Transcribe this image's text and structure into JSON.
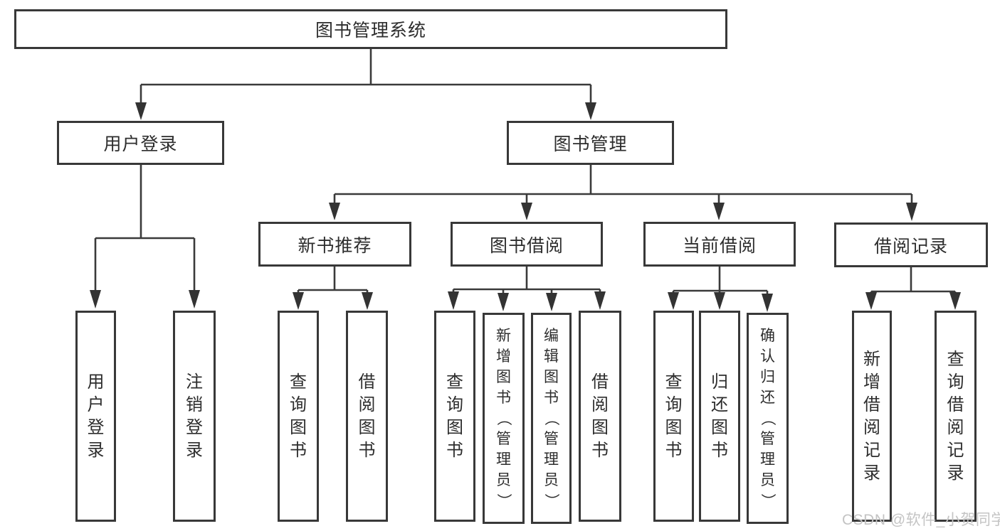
{
  "diagram": {
    "root": {
      "label": "图书管理系统"
    },
    "branches": [
      {
        "label": "用户登录",
        "children": [
          {
            "label": "用户登录"
          },
          {
            "label": "注销登录"
          }
        ]
      },
      {
        "label": "图书管理",
        "children": [
          {
            "label": "新书推荐",
            "children": [
              {
                "label": "查询图书"
              },
              {
                "label": "借阅图书"
              }
            ]
          },
          {
            "label": "图书借阅",
            "children": [
              {
                "label": "查询图书"
              },
              {
                "label": "新增图书（管理员）"
              },
              {
                "label": "编辑图书（管理员）"
              },
              {
                "label": "借阅图书"
              }
            ]
          },
          {
            "label": "当前借阅",
            "children": [
              {
                "label": "查询图书"
              },
              {
                "label": "归还图书"
              },
              {
                "label": "确认归还（管理员）"
              }
            ]
          },
          {
            "label": "借阅记录",
            "children": [
              {
                "label": "新增借阅记录"
              },
              {
                "label": "查询借阅记录"
              }
            ]
          }
        ]
      }
    ]
  },
  "watermark": {
    "text": "CSDN @软件_小贺同学"
  },
  "colors": {
    "line": "#3a3a3a",
    "box_border": "#383838",
    "text": "#2d2d2d",
    "watermark": "#c4c4c4",
    "background": "#ffffff"
  }
}
